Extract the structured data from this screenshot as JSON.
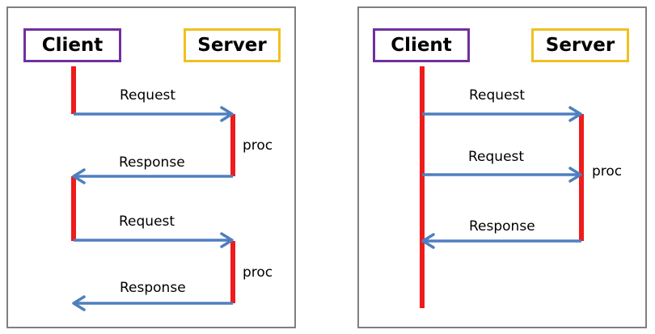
{
  "colors": {
    "panel_border": "#7f7f7f",
    "client_border": "#7030a0",
    "server_border": "#f0c020",
    "lifeline": "#ee1c1c",
    "arrow": "#4f7fbf"
  },
  "panels": [
    {
      "client_label": "Client",
      "server_label": "Server",
      "messages": [
        {
          "label": "Request"
        },
        {
          "label": "Response"
        },
        {
          "label": "Request"
        },
        {
          "label": "Response"
        }
      ],
      "processing": [
        {
          "label": "proc"
        },
        {
          "label": "proc"
        }
      ]
    },
    {
      "client_label": "Client",
      "server_label": "Server",
      "messages": [
        {
          "label": "Request"
        },
        {
          "label": "Request"
        },
        {
          "label": "Response"
        }
      ],
      "processing": [
        {
          "label": "proc"
        }
      ]
    }
  ]
}
